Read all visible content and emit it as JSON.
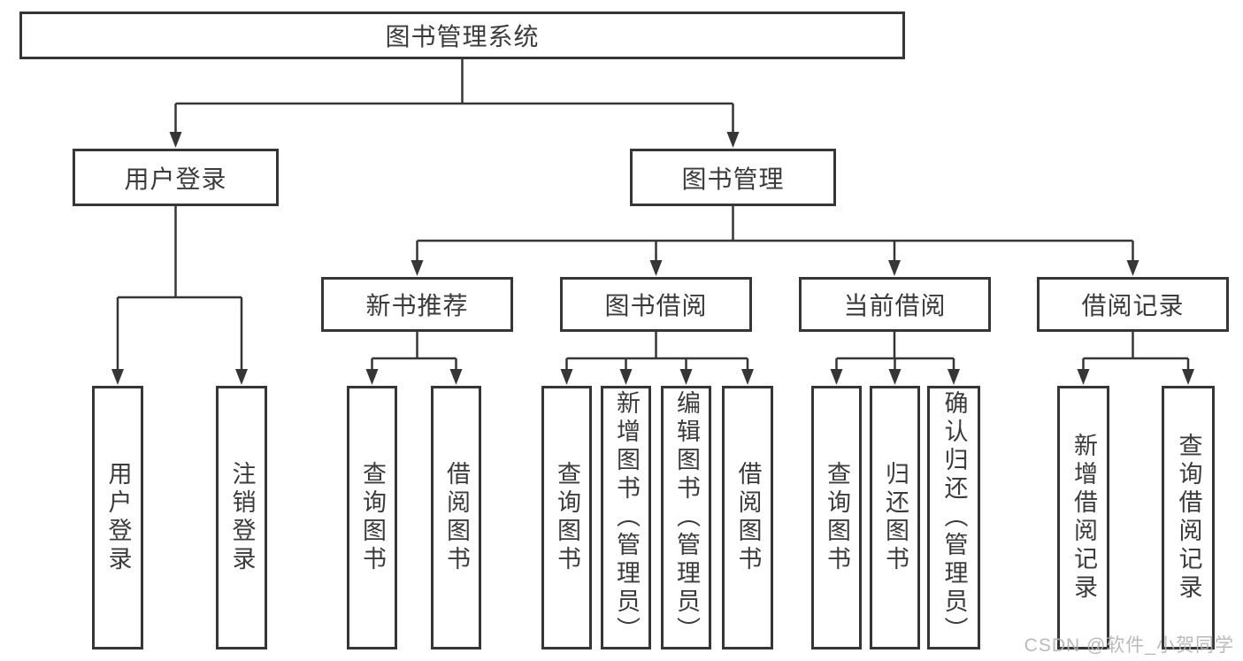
{
  "colors": {
    "line": "#363636",
    "box_border": "#363636",
    "text": "#3b3b3b",
    "background": "#ffffff",
    "watermark": "#b3b3b3"
  },
  "watermark": {
    "text": "CSDN @软件_小贺同学"
  },
  "diagram": {
    "root": {
      "label": "图书管理系统"
    },
    "branches": [
      {
        "label": "用户登录",
        "children": [
          {
            "label": "用户登录"
          },
          {
            "label": "注销登录"
          }
        ]
      },
      {
        "label": "图书管理",
        "children": [
          {
            "label": "新书推荐",
            "children": [
              {
                "label": "查询图书"
              },
              {
                "label": "借阅图书"
              }
            ]
          },
          {
            "label": "图书借阅",
            "children": [
              {
                "label": "查询图书"
              },
              {
                "label": "新增图书（管理员）"
              },
              {
                "label": "编辑图书（管理员）"
              },
              {
                "label": "借阅图书"
              }
            ]
          },
          {
            "label": "当前借阅",
            "children": [
              {
                "label": "查询图书"
              },
              {
                "label": "归还图书"
              },
              {
                "label": "确认归还（管理员）"
              }
            ]
          },
          {
            "label": "借阅记录",
            "children": [
              {
                "label": "新增借阅记录"
              },
              {
                "label": "查询借阅记录"
              }
            ]
          }
        ]
      }
    ]
  }
}
